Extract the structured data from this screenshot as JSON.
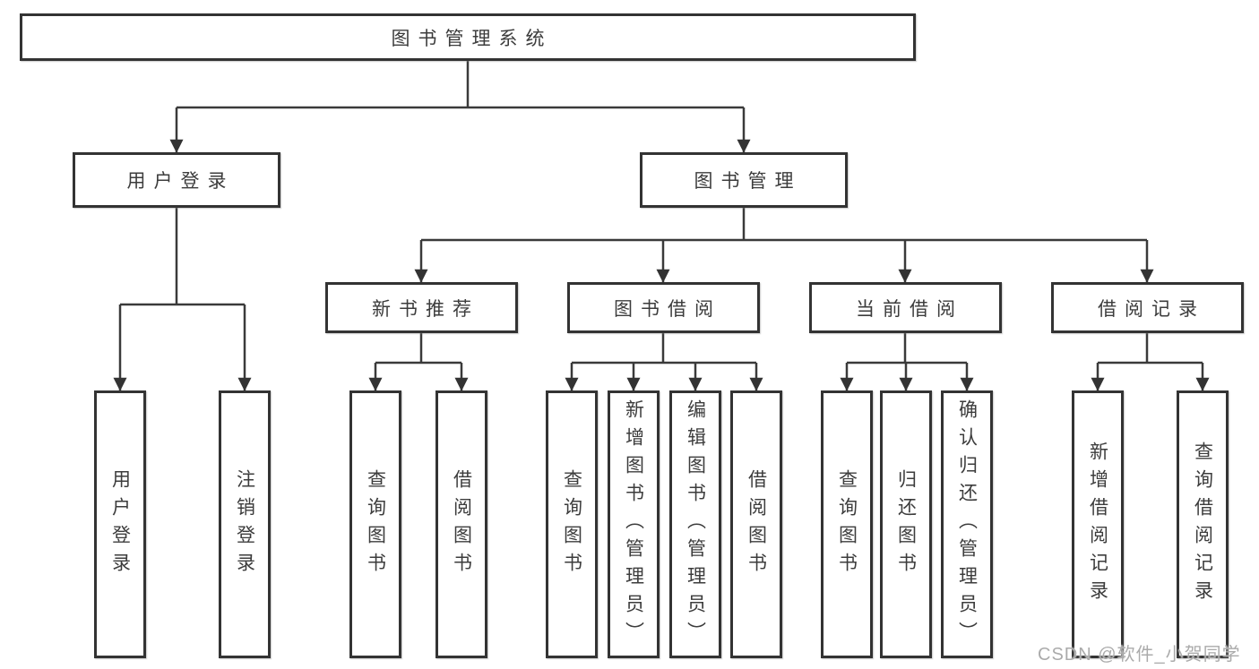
{
  "diagram_type": "hierarchy-tree",
  "style": {
    "background": "#ffffff",
    "box_fill": "#ffffff",
    "box_border": "#333333",
    "line_color": "#3a3a3a",
    "text_color": "#3c3c3c",
    "watermark_color": "#ababab"
  },
  "watermark": {
    "text": "CSDN @软件_小贺同学"
  },
  "tree": {
    "label": "图书管理系统",
    "children": [
      {
        "label": "用户登录",
        "children": [
          {
            "label": "用户登录"
          },
          {
            "label": "注销登录"
          }
        ]
      },
      {
        "label": "图书管理",
        "children": [
          {
            "label": "新书推荐",
            "children": [
              {
                "label": "查询图书"
              },
              {
                "label": "借阅图书"
              }
            ]
          },
          {
            "label": "图书借阅",
            "children": [
              {
                "label": "查询图书"
              },
              {
                "label": "新增图书（管理员）"
              },
              {
                "label": "编辑图书（管理员）"
              },
              {
                "label": "借阅图书"
              }
            ]
          },
          {
            "label": "当前借阅",
            "children": [
              {
                "label": "查询图书"
              },
              {
                "label": "归还图书"
              },
              {
                "label": "确认归还（管理员）"
              }
            ]
          },
          {
            "label": "借阅记录",
            "children": [
              {
                "label": "新增借阅记录"
              },
              {
                "label": "查询借阅记录"
              }
            ]
          }
        ]
      }
    ]
  }
}
